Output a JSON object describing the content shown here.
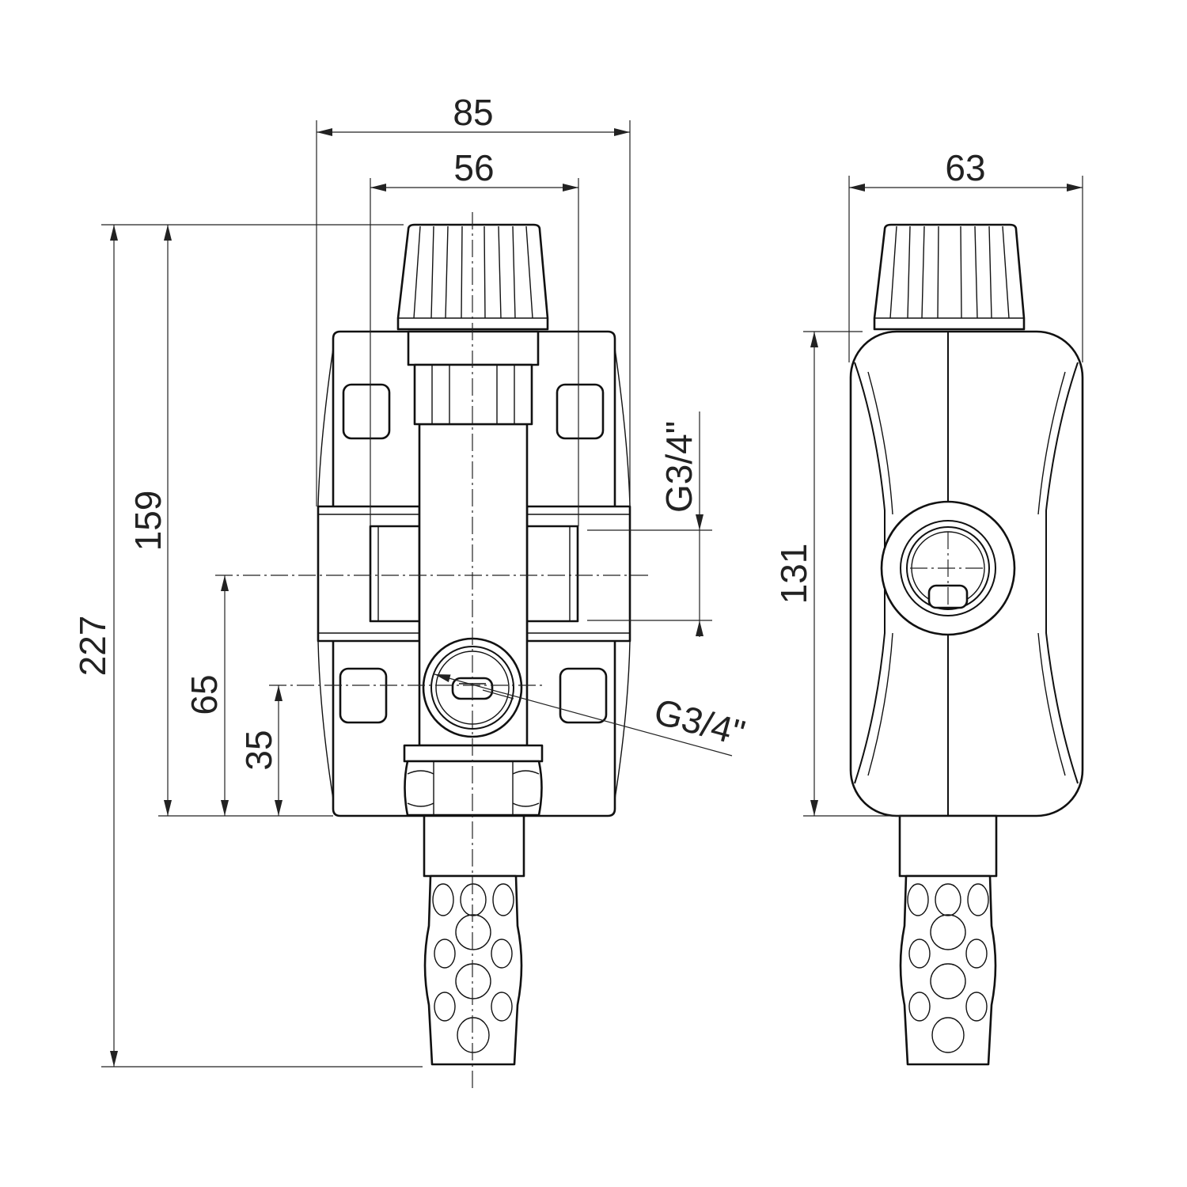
{
  "dimensions": {
    "front_overall_width": "85",
    "front_connection_width": "56",
    "front_total_height": "227",
    "front_body_height": "159",
    "front_outlet_axis_height": "65",
    "front_drain_axis_height": "35",
    "side_width": "63",
    "side_body_height": "131"
  },
  "threads": {
    "side_outlet": "G3/4\"",
    "drain_port": "G3/4\""
  },
  "colors": {
    "line": "#111111",
    "background": "#ffffff"
  }
}
